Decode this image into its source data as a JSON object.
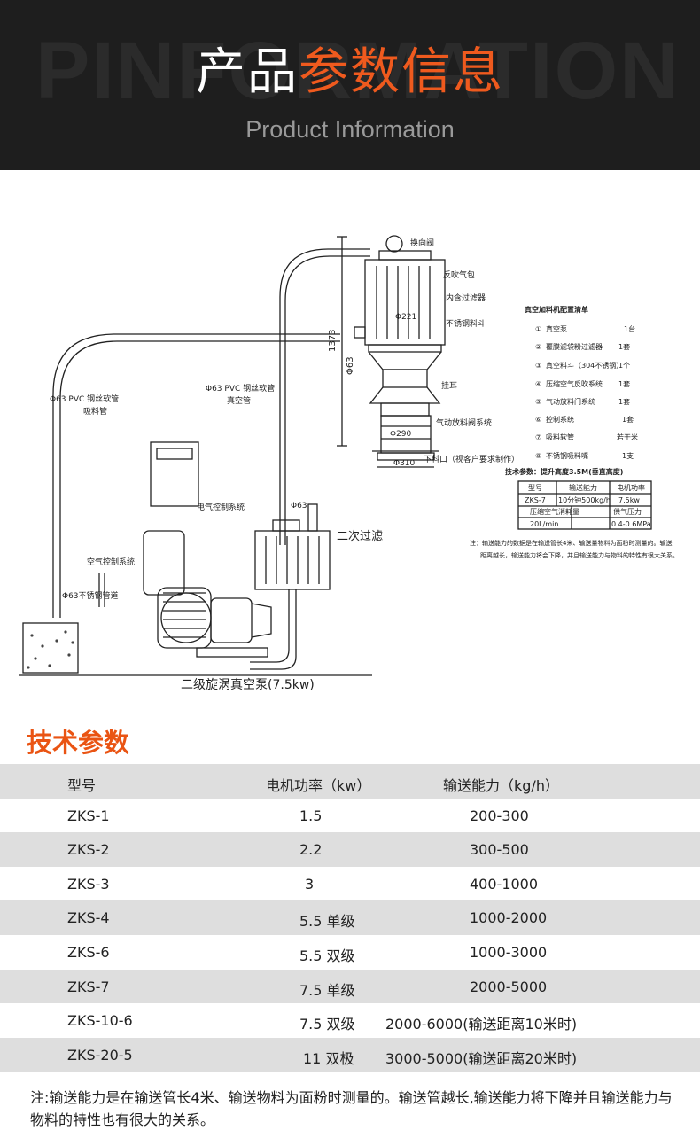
{
  "header": {
    "watermark": "PINFORMATION",
    "title_white": "产品",
    "title_orange": "参数信息",
    "subtitle": "Product Information"
  },
  "diagram": {
    "labels": {
      "valve": "换向阀",
      "air_pack": "反吹气包",
      "filter": "内含过滤器",
      "hopper": "不锈钢料斗",
      "lug": "挂耳",
      "discharge_valve": "气动放料阀系统",
      "outlet": "下料口（视客户要求制作）",
      "hose_left": "Φ63 PVC 钢丝软管",
      "hose_left_2": "吸料管",
      "hose_mid": "Φ63 PVC 钢丝软管",
      "hose_mid_2": "真空管",
      "control_box": "电气控制系统",
      "air_control": "空气控制系统",
      "ss_pipe": "Φ63不锈钢管道",
      "phi63": "Φ63",
      "secondary_filter": "二次过滤",
      "pump": "二级旋涡真空泵(7.5kw)",
      "dim_1373": "1373",
      "dim_phi63": "Φ63",
      "dim_290": "Φ290",
      "dim_310": "Φ310",
      "dim_221": "Φ221"
    },
    "config_title": "真空加料机配置清单",
    "config_items": [
      {
        "no": "①",
        "name": "真空泵",
        "qty": "1台"
      },
      {
        "no": "②",
        "name": "覆膜滤袋粉过滤器",
        "qty": "1套"
      },
      {
        "no": "③",
        "name": "真空料斗（304不锈钢）",
        "qty": "1个"
      },
      {
        "no": "④",
        "name": "压缩空气反吹系统",
        "qty": "1套"
      },
      {
        "no": "⑤",
        "name": "气动放料门系统",
        "qty": "1套"
      },
      {
        "no": "⑥",
        "name": "控制系统",
        "qty": "1套"
      },
      {
        "no": "⑦",
        "name": "吸料软管",
        "qty": "若干米"
      },
      {
        "no": "⑧",
        "name": "不锈钢吸料嘴",
        "qty": "1支"
      }
    ],
    "tech_title": "技术参数：提升高度3.5M(垂直高度)",
    "mini_table": {
      "h1": [
        "型号",
        "输送能力",
        "电机功率"
      ],
      "r1": [
        "ZKS-7",
        "10分钟500kg/h",
        "7.5kw"
      ],
      "h2": [
        "压缩空气消耗量",
        "供气压力"
      ],
      "r2": [
        "20L/min",
        "0.4-0.6MPa"
      ]
    },
    "mini_note_1": "注：输送能力的数据是在输送管长4米、输送量物料为面粉时测量的。输送",
    "mini_note_2": "距离越长，输送能力将会下降，并且输送能力与物料的特性有很大关系。"
  },
  "spec": {
    "section_title": "技术参数",
    "headers": {
      "model": "型号",
      "power": "电机功率（kw）",
      "capacity": "输送能力（kg/h）"
    },
    "rows": [
      {
        "model": "ZKS-1",
        "power": "1.5",
        "capacity": "200-300"
      },
      {
        "model": "ZKS-2",
        "power": "2.2",
        "capacity": "300-500"
      },
      {
        "model": "ZKS-3",
        "power": "3",
        "capacity": "400-1000"
      },
      {
        "model": "ZKS-4",
        "power": "5.5 单级",
        "capacity": "1000-2000"
      },
      {
        "model": "ZKS-6",
        "power": "5.5  双级",
        "capacity": "1000-3000"
      },
      {
        "model": "ZKS-7",
        "power": "7.5  单级",
        "capacity": "2000-5000"
      },
      {
        "model": "ZKS-10-6",
        "power": "7.5   双级",
        "capacity": "2000-6000(输送距离10米时)"
      },
      {
        "model": "ZKS-20-5",
        "power": "11   双极",
        "capacity": "3000-5000(输送距离20米时)"
      }
    ],
    "note": "注:输送能力是在输送管长4米、输送物料为面粉时测量的。输送管越长,输送能力将下降并且输送能力与物料的特性也有很大的关系。"
  }
}
